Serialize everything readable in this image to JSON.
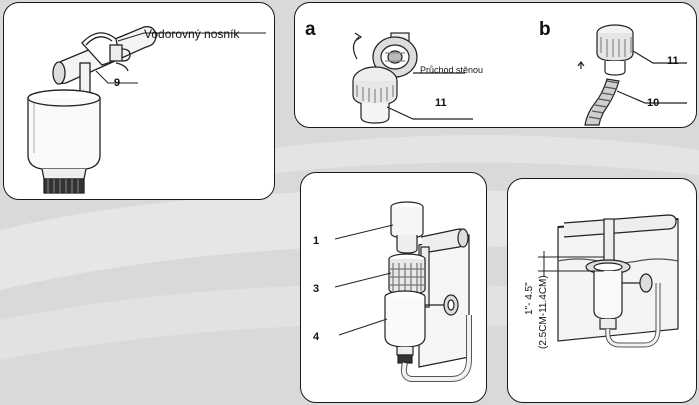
{
  "panels": {
    "top_left": {
      "label_horizontal_support": "Vodorovný nosník",
      "label_9": "9"
    },
    "top_right": {
      "label_a": "a",
      "label_b": "b",
      "label_wall_passage": "Průchod stěnou",
      "label_11_a": "11",
      "label_11_b": "11",
      "label_10": "10"
    },
    "bottom_middle": {
      "label_1": "1",
      "label_3": "3",
      "label_4": "4"
    },
    "bottom_right": {
      "dim_inch": "1\"- 4.5\"",
      "dim_cm": "(2.5CM-11.4CM)"
    }
  }
}
